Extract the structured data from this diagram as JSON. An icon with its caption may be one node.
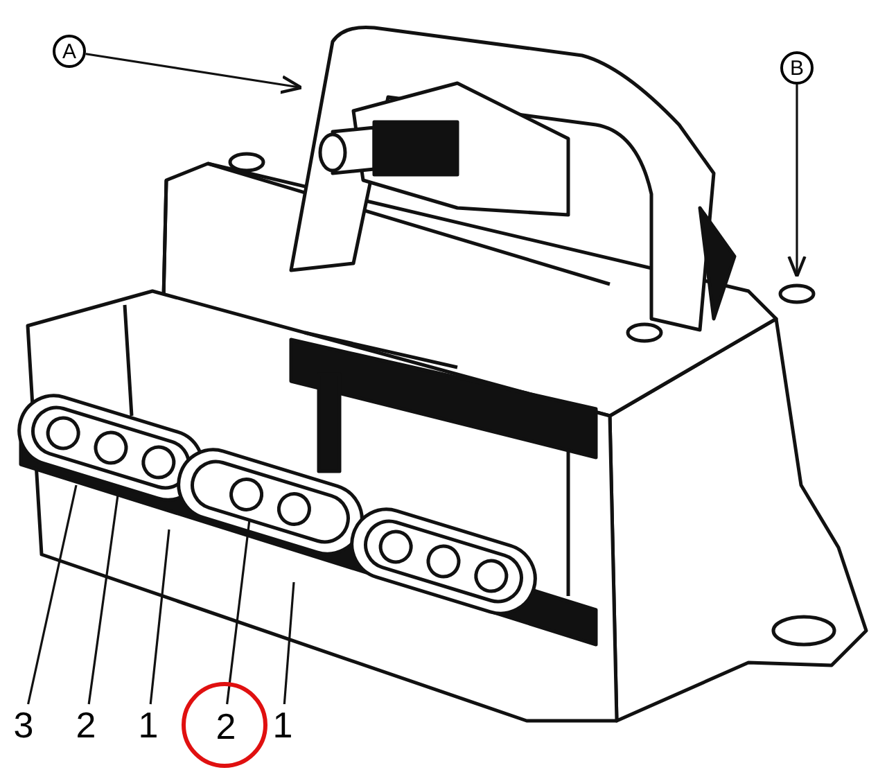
{
  "diagram": {
    "nodes": [
      {
        "text": [
          "A"
        ]
      },
      {
        "text": [
          "B"
        ]
      },
      {
        "text": [
          "3"
        ]
      },
      {
        "text": [
          "2"
        ]
      },
      {
        "text": [
          "1"
        ]
      },
      {
        "text": [],
        "shape": "circle"
      },
      {
        "text": [
          "2"
        ],
        "in": 5
      },
      {
        "text": [
          "1"
        ]
      }
    ],
    "edges": [
      {
        "from": 0,
        "to": null,
        "arrow": "to"
      },
      {
        "from": 1,
        "to": null,
        "arrow": "to"
      },
      {
        "from": 2,
        "to": null,
        "arrow": "none"
      },
      {
        "from": 3,
        "to": null,
        "arrow": "none"
      },
      {
        "from": 4,
        "to": null,
        "arrow": "none"
      },
      {
        "from": 6,
        "to": null,
        "arrow": "none"
      },
      {
        "from": 7,
        "to": null,
        "arrow": "none"
      }
    ]
  }
}
